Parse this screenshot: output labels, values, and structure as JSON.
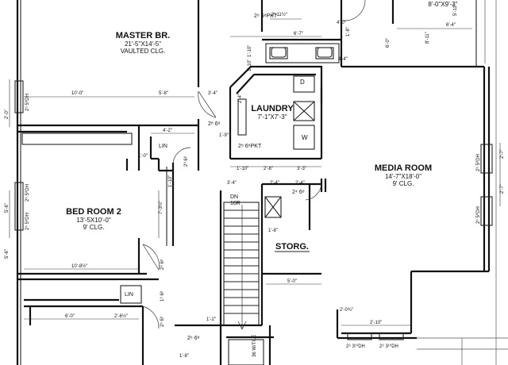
{
  "rooms": {
    "master": {
      "name": "MASTER BR.",
      "size": "21'-5\"X14'-5\"",
      "note": "VAULTED CLG."
    },
    "bed2": {
      "name": "BED ROOM 2",
      "size": "13'-5X10'-0\"",
      "note": "9' CLG."
    },
    "laundry": {
      "name": "LAUNDRY",
      "size": "7'-1\"X7'-3\""
    },
    "media": {
      "name": "MEDIA ROOM",
      "size": "14'-7\"X18'-0\"",
      "note": "9' CLG."
    },
    "storage": {
      "name": "STORG."
    },
    "top_right": {
      "size": "8'-0\"X9'-3\""
    }
  },
  "labels": {
    "lin1": "LIN",
    "lin2": "LIN",
    "stair": "DN",
    "stair_risers": "16R",
    "tub": "36 W/TILE"
  },
  "doors": {
    "pkt_top": "2⁶ 6⁸PKT",
    "pkt_laundry": "2⁸ 6⁸PKT",
    "d_laundry": "2⁸ 6⁸",
    "d_lin1": "2⁰ 6⁸",
    "d_bed2": "2⁸ 6⁸",
    "d_lin2": "1⁶ 6⁸",
    "d_hall": "2⁶ 6⁸",
    "d_storg": "2⁴ 6⁸",
    "d_bath": "2⁶ 6⁸"
  },
  "windows": {
    "w_master": "2⁵ 5⁰DH",
    "w_bed2a": "2⁵ 5⁰DH",
    "w_bed2b": "2⁵ 5⁰DH",
    "w_media1": "2⁶ 5⁰DH",
    "w_media2": "2⁶ 5⁰DH",
    "w_media3": "2⁶ 3¹⁰DH",
    "w_media4": "2⁶ 3¹⁰DH"
  },
  "dims": {
    "d1": "10'-0\"",
    "d2": "5'-8\"",
    "d3": "3'-4\"",
    "d4": "4'-2\"",
    "d5": "6'-7\"",
    "d6": "6'-4\"",
    "d7": "4'-4\"",
    "d8": "2'-11½\"",
    "d9": "1'-10\"",
    "d10": "2'-8\"",
    "d11": "3'-3\"",
    "d12": "1'-9\"",
    "d13": "3'-4\"",
    "d14": "2'-4\"",
    "d15": "2'-4\"",
    "d16": "1'-8\"",
    "d17": "5'-0\"",
    "d18": "10'-8½\"",
    "d19": "6'-0\"",
    "d20": "2'-6½\"",
    "d21": "2'-10\"",
    "d22": "2'-0¾\"",
    "d23": "1'-2\"",
    "d24": "2'-7\"",
    "d25": "2'-7\"",
    "d26": "7'-3½\"",
    "d27": "1'-0\"",
    "d28": "1'-8\"",
    "d29": "2'-0\"",
    "d30": "5'-6\"",
    "d31": "5'-6\"",
    "d32": "1'-10\"",
    "d33": "5'-11\"",
    "d34": "8'-11\"",
    "d35": "1'-10\"",
    "d36": "6'-0\"",
    "d37": "2'-4\"",
    "d38": "1'-10\"",
    "d39": "1'-8\"",
    "d40": "4'-0\""
  },
  "fixtures": {
    "dryer": "D",
    "washer": "W"
  }
}
